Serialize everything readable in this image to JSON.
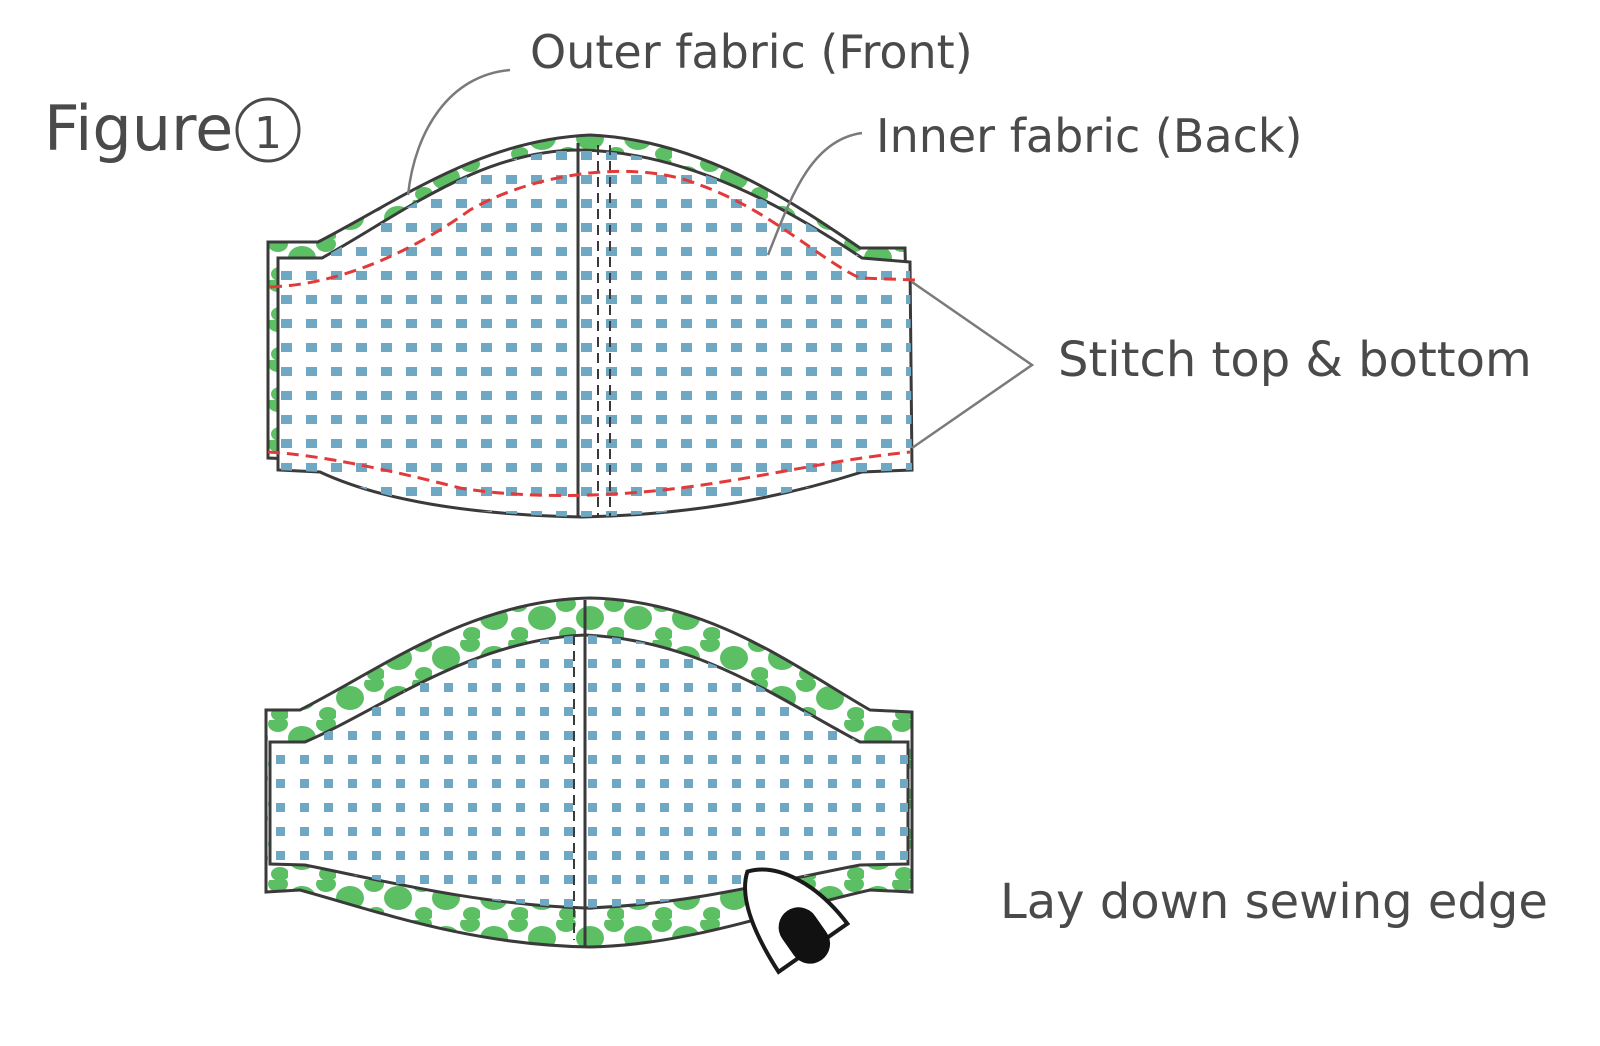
{
  "figure": {
    "title": "Figure",
    "number": "1"
  },
  "labels": {
    "outer_fabric": "Outer fabric (Front)",
    "inner_fabric": "Inner fabric (Back)",
    "stitch": "Stitch top & bottom",
    "lay_down": "Lay down sewing edge"
  },
  "colors": {
    "outline": "#3a3a3a",
    "outer_fabric_green": "#5cbf64",
    "inner_fabric_dots": "#6fa8c2",
    "stitch_line": "#e23a3a",
    "leader_line": "#7a7a7a",
    "text": "#4a4a4a"
  },
  "icons": {
    "iron": "iron-icon"
  }
}
